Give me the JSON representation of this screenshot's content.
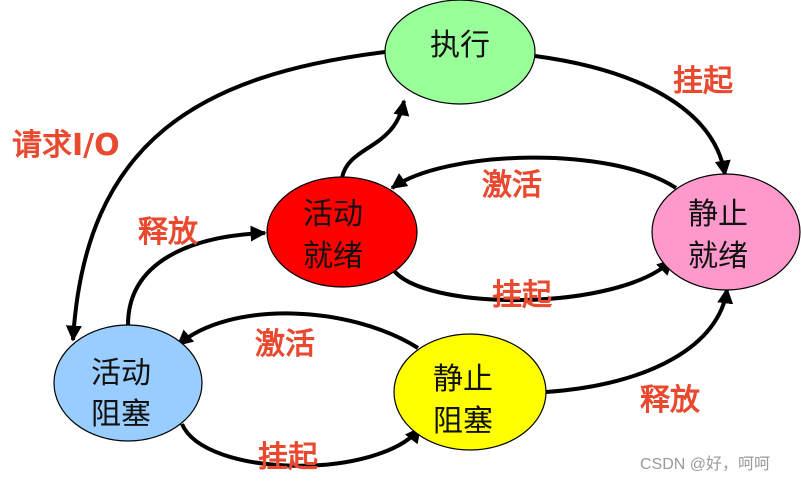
{
  "colors": {
    "run": "#99ff99",
    "active_ready": "#ff0000",
    "static_ready": "#ff99cc",
    "active_blocked": "#99ccff",
    "static_blocked": "#ffff00",
    "label": "#e8492f",
    "edge": "#000000"
  },
  "nodes": {
    "run": {
      "line1": "执行"
    },
    "active_ready": {
      "line1": "活动",
      "line2": "就绪"
    },
    "static_ready": {
      "line1": "静止",
      "line2": "就绪"
    },
    "active_blocked": {
      "line1": "活动",
      "line2": "阻塞"
    },
    "static_blocked": {
      "line1": "静止",
      "line2": "阻塞"
    }
  },
  "edges": {
    "run_to_static_ready": "挂起",
    "run_to_active_blocked": "请求I/O",
    "static_ready_to_active_ready": "激活",
    "active_ready_to_static_ready": "挂起",
    "active_blocked_to_active_ready": "释放",
    "static_blocked_to_active_blocked": "激活",
    "active_blocked_to_static_blocked": "挂起",
    "static_blocked_to_static_ready": "释放"
  },
  "watermark": "CSDN @好，呵呵"
}
